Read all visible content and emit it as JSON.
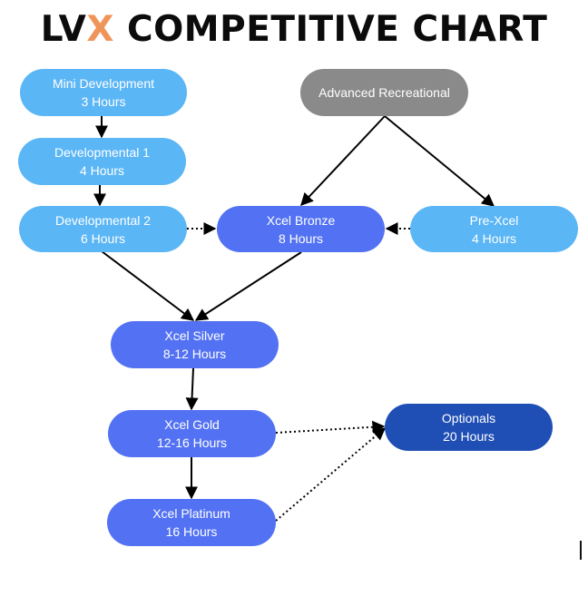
{
  "title": {
    "prefix": "LV",
    "accent": "X",
    "suffix": " COMPETITIVE CHART",
    "accent_color": "#f0955a"
  },
  "nodes": {
    "mini_development": {
      "name": "Mini Development",
      "hours": "3 Hours"
    },
    "developmental_1": {
      "name": "Developmental 1",
      "hours": "4 Hours"
    },
    "developmental_2": {
      "name": "Developmental 2",
      "hours": "6 Hours"
    },
    "advanced_recreational": {
      "name": "Advanced Recreational"
    },
    "xcel_bronze": {
      "name": "Xcel Bronze",
      "hours": "8 Hours"
    },
    "pre_xcel": {
      "name": "Pre-Xcel",
      "hours": "4 Hours"
    },
    "xcel_silver": {
      "name": "Xcel Silver",
      "hours": "8-12 Hours"
    },
    "xcel_gold": {
      "name": "Xcel Gold",
      "hours": "12-16 Hours"
    },
    "xcel_platinum": {
      "name": "Xcel Platinum",
      "hours": "16 Hours"
    },
    "optionals": {
      "name": "Optionals",
      "hours": "20 Hours"
    }
  },
  "edges": [
    {
      "from": "mini_development",
      "to": "developmental_1",
      "style": "solid"
    },
    {
      "from": "developmental_1",
      "to": "developmental_2",
      "style": "solid"
    },
    {
      "from": "advanced_recreational",
      "to": "xcel_bronze",
      "style": "solid"
    },
    {
      "from": "advanced_recreational",
      "to": "pre_xcel",
      "style": "solid"
    },
    {
      "from": "developmental_2",
      "to": "xcel_bronze",
      "style": "dotted"
    },
    {
      "from": "pre_xcel",
      "to": "xcel_bronze",
      "style": "dotted"
    },
    {
      "from": "developmental_2",
      "to": "xcel_silver",
      "style": "solid"
    },
    {
      "from": "xcel_bronze",
      "to": "xcel_silver",
      "style": "solid"
    },
    {
      "from": "xcel_silver",
      "to": "xcel_gold",
      "style": "solid"
    },
    {
      "from": "xcel_gold",
      "to": "xcel_platinum",
      "style": "solid"
    },
    {
      "from": "xcel_gold",
      "to": "optionals",
      "style": "dotted"
    },
    {
      "from": "xcel_platinum",
      "to": "optionals",
      "style": "dotted"
    }
  ],
  "colors": {
    "level_light": "#5bb6f6",
    "level_mid": "#5372f3",
    "level_dark": "#1f4fb5",
    "recreational": "#8a8a8a",
    "connector": "#000000"
  }
}
